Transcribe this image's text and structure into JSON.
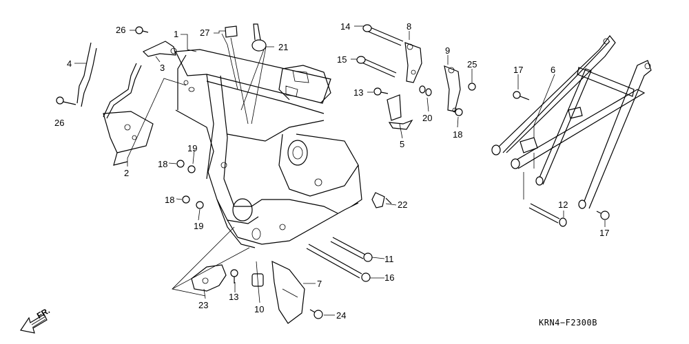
{
  "diagram": {
    "code": "KRN4−F2300B",
    "front_label": "FR."
  },
  "callouts": [
    {
      "key": "c26a",
      "text": "26"
    },
    {
      "key": "c1",
      "text": "1"
    },
    {
      "key": "c27",
      "text": "27"
    },
    {
      "key": "c21",
      "text": "21"
    },
    {
      "key": "c4",
      "text": "4"
    },
    {
      "key": "c3",
      "text": "3"
    },
    {
      "key": "c26b",
      "text": "26"
    },
    {
      "key": "c2",
      "text": "2"
    },
    {
      "key": "c19a",
      "text": "19"
    },
    {
      "key": "c18a",
      "text": "18"
    },
    {
      "key": "c18b",
      "text": "18"
    },
    {
      "key": "c19b",
      "text": "19"
    },
    {
      "key": "c14",
      "text": "14"
    },
    {
      "key": "c8",
      "text": "8"
    },
    {
      "key": "c15",
      "text": "15"
    },
    {
      "key": "c9",
      "text": "9"
    },
    {
      "key": "c25",
      "text": "25"
    },
    {
      "key": "c13a",
      "text": "13"
    },
    {
      "key": "c20",
      "text": "20"
    },
    {
      "key": "c18c",
      "text": "18"
    },
    {
      "key": "c5",
      "text": "5"
    },
    {
      "key": "c22",
      "text": "22"
    },
    {
      "key": "c11",
      "text": "11"
    },
    {
      "key": "c16",
      "text": "16"
    },
    {
      "key": "c7",
      "text": "7"
    },
    {
      "key": "c23",
      "text": "23"
    },
    {
      "key": "c13b",
      "text": "13"
    },
    {
      "key": "c10",
      "text": "10"
    },
    {
      "key": "c24",
      "text": "24"
    },
    {
      "key": "c17a",
      "text": "17"
    },
    {
      "key": "c6",
      "text": "6"
    },
    {
      "key": "c12",
      "text": "12"
    },
    {
      "key": "c17b",
      "text": "17"
    }
  ]
}
